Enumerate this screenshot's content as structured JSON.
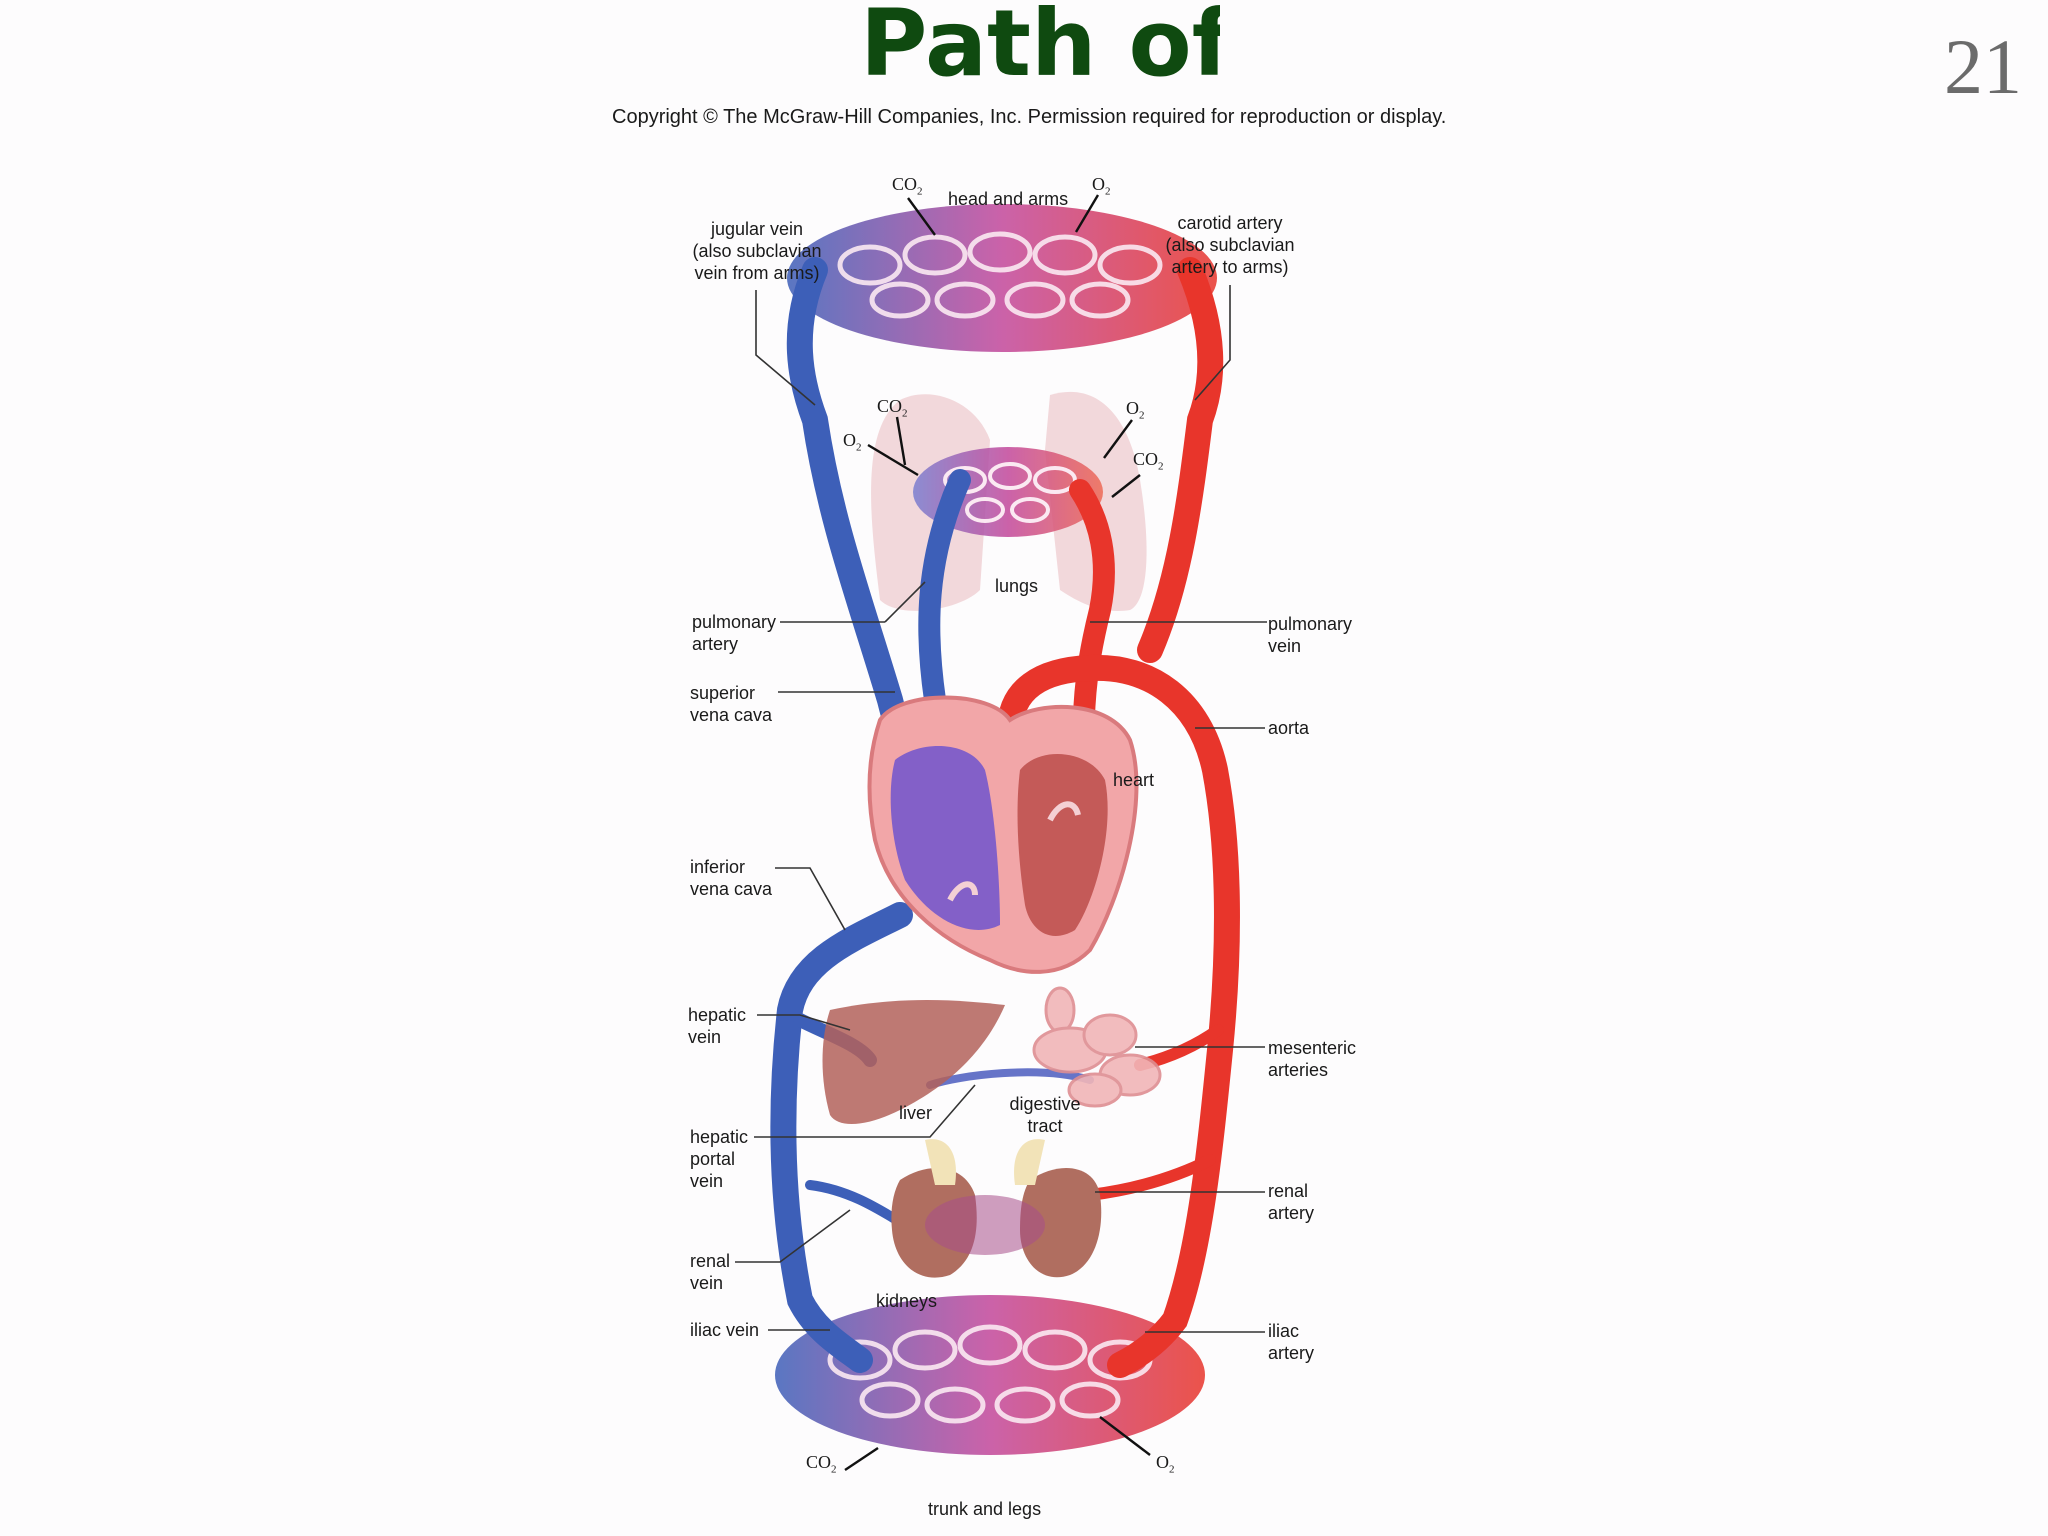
{
  "slide": {
    "title": "Path of Blood",
    "number": "21",
    "copyright": "Copyright © The McGraw-Hill Companies, Inc. Permission required for reproduction or display."
  },
  "labels": {
    "head_arms": "head and arms",
    "jugular": "jugular vein\n(also subclavian\nvein from arms)",
    "carotid": "carotid artery\n(also subclavian\nartery to arms)",
    "lungs": "lungs",
    "pulmonary_artery": "pulmonary\nartery",
    "pulmonary_vein": "pulmonary\nvein",
    "superior_vena_cava": "superior\nvena cava",
    "aorta": "aorta",
    "heart": "heart",
    "inferior_vena_cava": "inferior\nvena cava",
    "hepatic_vein": "hepatic\nvein",
    "mesenteric_arteries": "mesenteric\narteries",
    "liver": "liver",
    "digestive_tract": "digestive\ntract",
    "hepatic_portal_vein": "hepatic\nportal\nvein",
    "renal_artery": "renal\nartery",
    "renal_vein": "renal\nvein",
    "kidneys": "kidneys",
    "iliac_vein": "iliac vein",
    "iliac_artery": "iliac\nartery",
    "trunk_legs": "trunk and legs"
  },
  "gases": {
    "co2": "CO",
    "co2_sub": "2",
    "o2": "O",
    "o2_sub": "2"
  },
  "colors": {
    "oxygenated": "#e8352b",
    "deoxygenated": "#3d5fb8",
    "capillary_mix": "#c2479a",
    "title": "#0f4a10"
  }
}
